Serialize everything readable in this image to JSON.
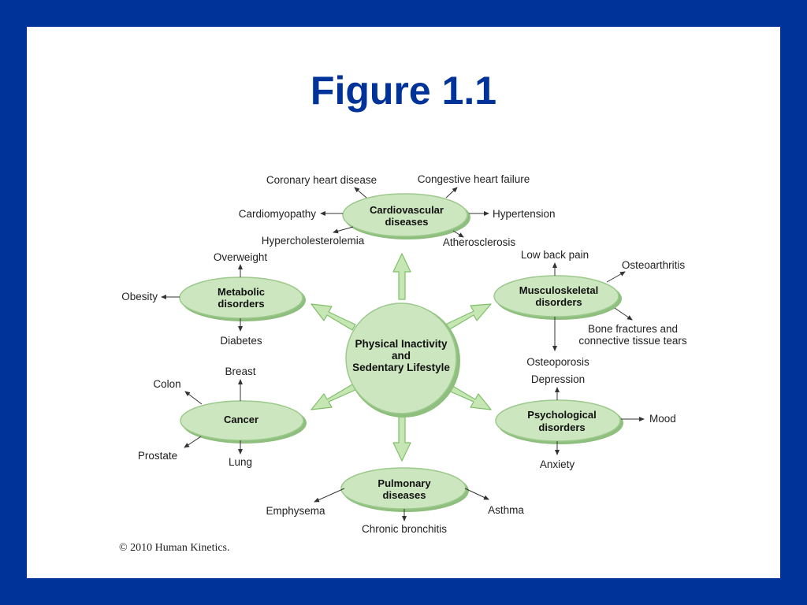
{
  "title": "Figure 1.1",
  "credit": "© 2010 Human Kinetics.",
  "colors": {
    "background": "#003399",
    "title": "#003399",
    "node_fill": "#cce6bf",
    "arrow_fill": "#c6e6b4"
  },
  "diagram": {
    "center": {
      "line1": "Physical Inactivity",
      "line2": "and",
      "line3": "Sedentary Lifestyle"
    },
    "nodes": {
      "cardiovascular": {
        "line1": "Cardiovascular",
        "line2": "diseases",
        "outcomes": [
          "Coronary heart disease",
          "Congestive heart failure",
          "Cardiomyopathy",
          "Hypertension",
          "Hypercholesterolemia",
          "Atherosclerosis"
        ]
      },
      "metabolic": {
        "line1": "Metabolic",
        "line2": "disorders",
        "outcomes": [
          "Overweight",
          "Obesity",
          "Diabetes"
        ]
      },
      "musculoskeletal": {
        "line1": "Musculoskeletal",
        "line2": "disorders",
        "outcomes": [
          "Low back pain",
          "Osteoarthritis",
          "Bone fractures and",
          "connective tissue tears",
          "Osteoporosis"
        ]
      },
      "cancer": {
        "line1": "Cancer",
        "outcomes": [
          "Breast",
          "Colon",
          "Prostate",
          "Lung"
        ]
      },
      "psychological": {
        "line1": "Psychological",
        "line2": "disorders",
        "outcomes": [
          "Depression",
          "Mood",
          "Anxiety"
        ]
      },
      "pulmonary": {
        "line1": "Pulmonary",
        "line2": "diseases",
        "outcomes": [
          "Emphysema",
          "Asthma",
          "Chronic bronchitis"
        ]
      }
    }
  }
}
